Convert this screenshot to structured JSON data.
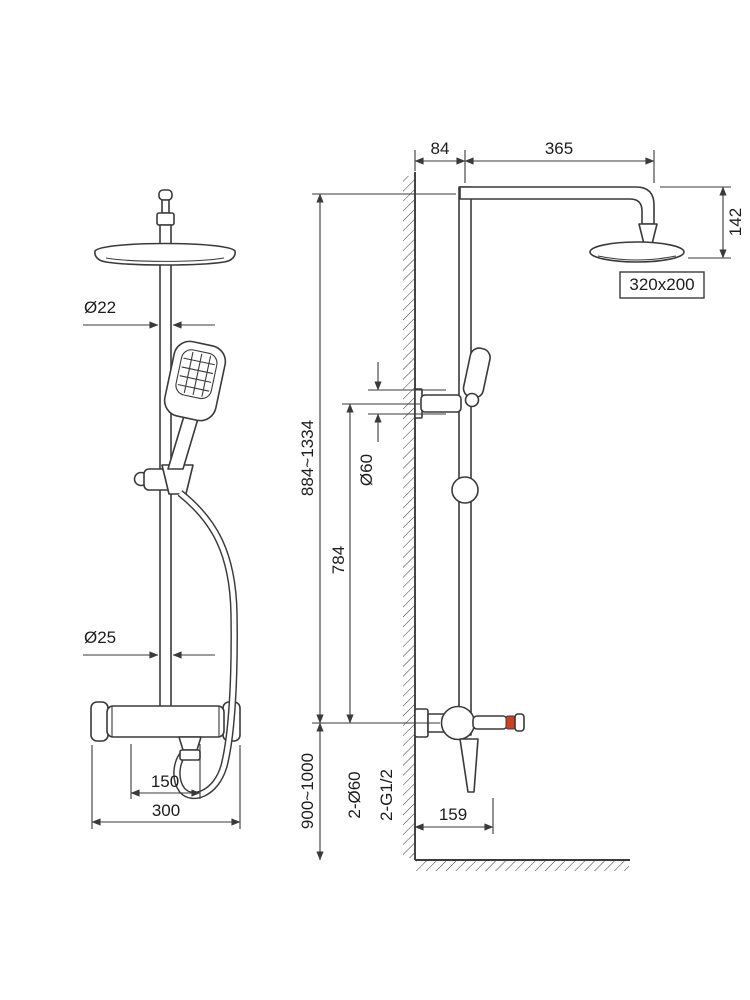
{
  "colors": {
    "line": "#3a3a3a",
    "accent": "#d04020"
  },
  "front_view": {
    "upper_pipe_diameter": "Ø22",
    "lower_pipe_diameter": "Ø25",
    "inlet_spacing": "150",
    "mixer_width": "300"
  },
  "side_view": {
    "wall_to_column": "84",
    "arm_reach": "365",
    "head_drop": "142",
    "head_size": "320x200",
    "column_height_range": "884~1334",
    "column_length": "784",
    "bracket_diameter": "Ø60",
    "install_height_range": "900~1000",
    "escutcheon_spec": "2-Ø60",
    "connection_thread": "2-G1/2",
    "spout_reach": "159"
  }
}
